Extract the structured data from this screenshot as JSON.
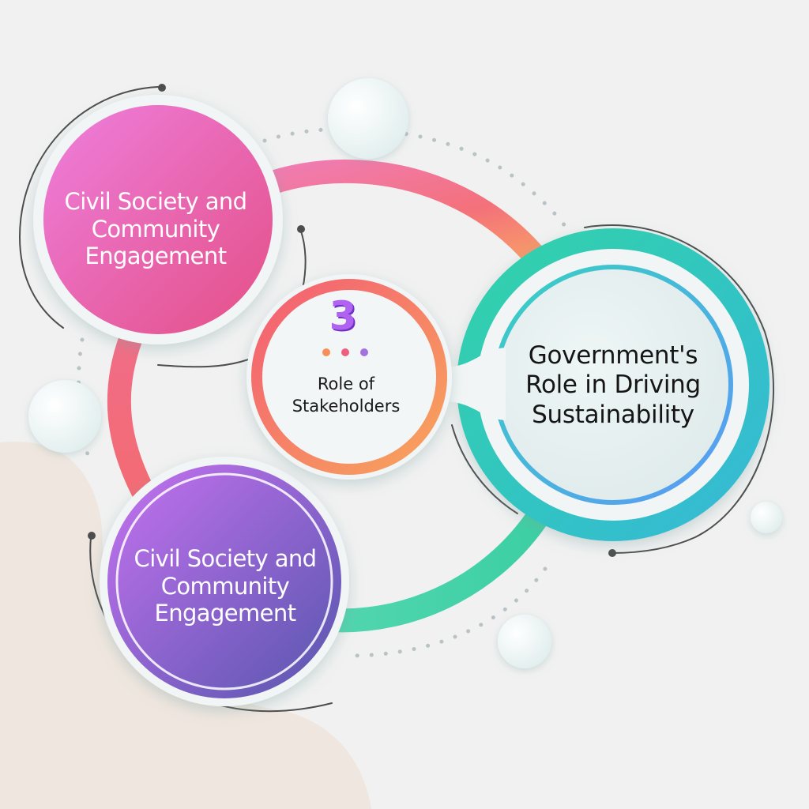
{
  "hub": {
    "number": "3",
    "title_line1": "Role of",
    "title_line2": "Stakeholders"
  },
  "nodes": [
    {
      "id": "pink",
      "lines": [
        "Civil Society and",
        "Community",
        "Engagement"
      ]
    },
    {
      "id": "teal",
      "lines": [
        "Government's",
        "Role in Driving",
        "Sustainability"
      ]
    },
    {
      "id": "purple",
      "lines": [
        "Civil Society and",
        "Community",
        "Engagement"
      ]
    }
  ],
  "colors": {
    "background": "#f1f1f1",
    "pink_start": "#ee78d6",
    "pink_end": "#e44f8a",
    "purple_start": "#c06eee",
    "purple_end": "#5f57b5",
    "teal": "#27cdb8",
    "blue": "#5a9cf5",
    "coral": "#f46b6b",
    "orange": "#f8a058",
    "dot_colors": [
      "#f79058",
      "#ee5f7e",
      "#a472e0"
    ]
  }
}
